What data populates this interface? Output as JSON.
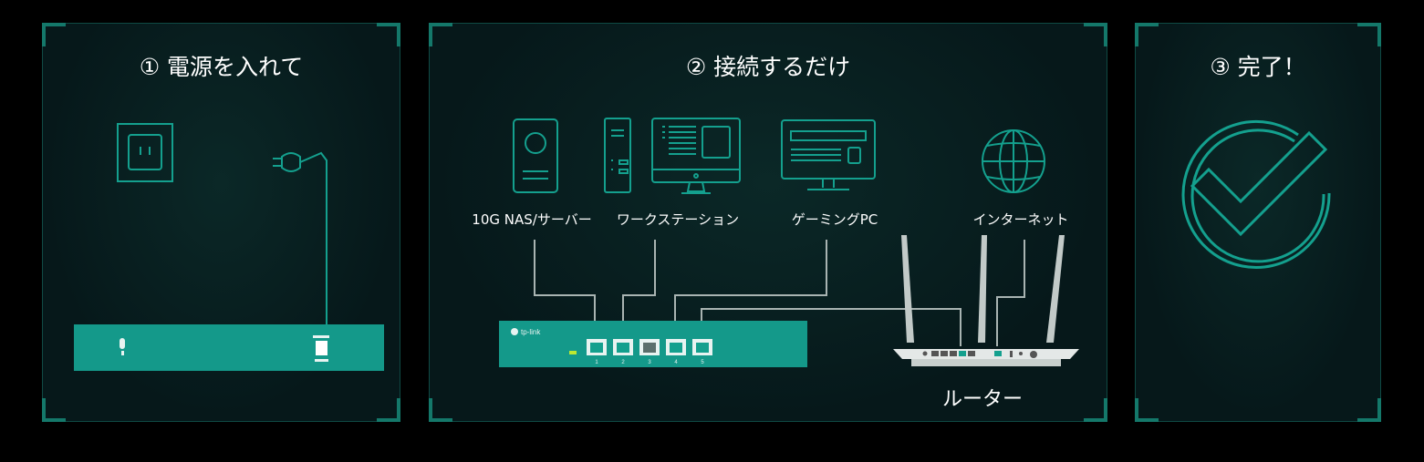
{
  "colors": {
    "accent": "#14a08e",
    "line": "#a9b4b2",
    "icon": "#14a08e",
    "background": "#000000",
    "panel": "#06181a"
  },
  "step1": {
    "title": "① 電源を入れて"
  },
  "step2": {
    "title": "② 接続するだけ",
    "devices": [
      {
        "label": "10G NAS/サーバー",
        "icon": "nas-icon"
      },
      {
        "label": "ワークステーション",
        "icon": "workstation-icon"
      },
      {
        "label": "ゲーミングPC",
        "icon": "monitor-icon"
      },
      {
        "label": "インターネット",
        "icon": "globe-icon"
      }
    ],
    "switch_brand": "tp-link",
    "port_numbers": [
      "1",
      "2",
      "3",
      "4",
      "5"
    ],
    "router_label": "ルーター"
  },
  "step3": {
    "title": "③ 完了！"
  }
}
